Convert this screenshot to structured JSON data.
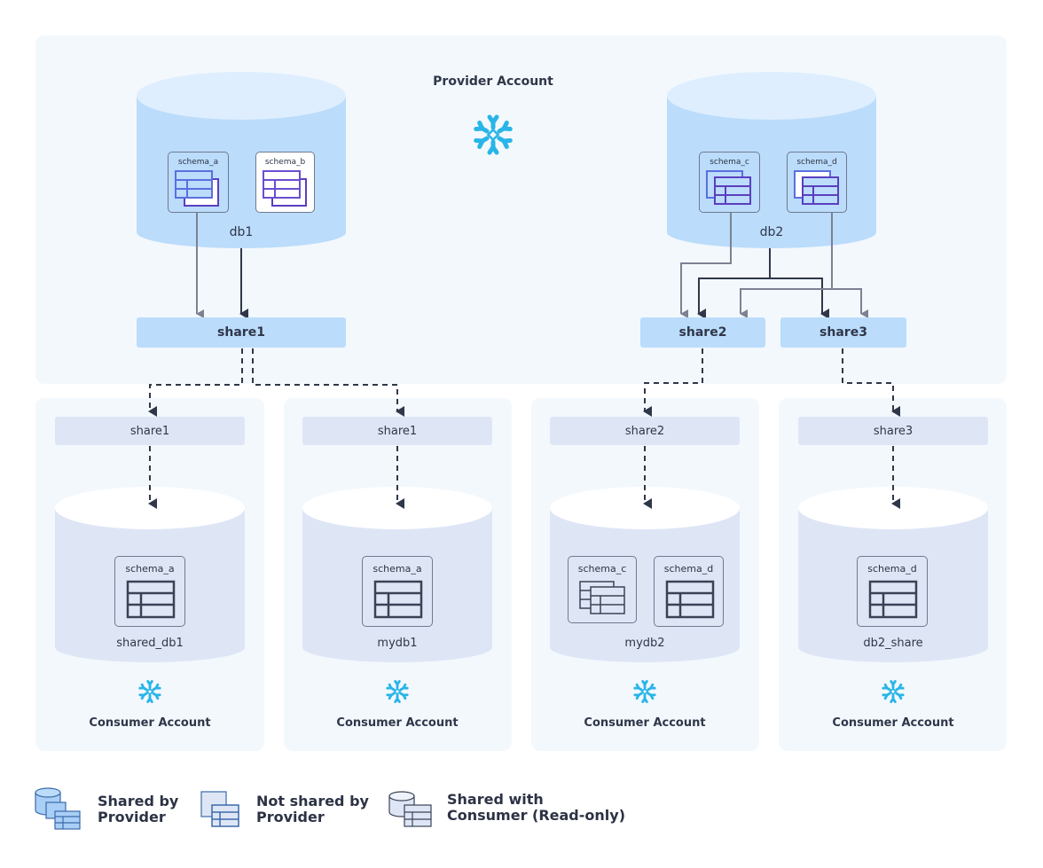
{
  "provider": {
    "title": "Provider Account",
    "databases": [
      {
        "name": "db1",
        "schemas": [
          {
            "name": "schema_a",
            "shared": true
          },
          {
            "name": "schema_b",
            "shared": false
          }
        ]
      },
      {
        "name": "db2",
        "schemas": [
          {
            "name": "schema_c",
            "shared": true
          },
          {
            "name": "schema_d",
            "shared": true
          }
        ]
      }
    ],
    "shares": [
      "share1",
      "share2",
      "share3"
    ]
  },
  "consumers": [
    {
      "title": "Consumer Account",
      "share": "share1",
      "db": "shared_db1",
      "schemas": [
        "schema_a"
      ]
    },
    {
      "title": "Consumer Account",
      "share": "share1",
      "db": "mydb1",
      "schemas": [
        "schema_a"
      ]
    },
    {
      "title": "Consumer Account",
      "share": "share2",
      "db": "mydb2",
      "schemas": [
        "schema_c",
        "schema_d"
      ]
    },
    {
      "title": "Consumer Account",
      "share": "share3",
      "db": "db2_share",
      "schemas": [
        "schema_d"
      ]
    }
  ],
  "legend": [
    {
      "icon": "shared-by-provider-icon",
      "label_line1": "Shared by",
      "label_line2": "Provider"
    },
    {
      "icon": "not-shared-icon",
      "label_line1": "Not shared by",
      "label_line2": "Provider"
    },
    {
      "icon": "shared-with-consumer-icon",
      "label_line1": "Shared with",
      "label_line2": "Consumer (Read-only)"
    }
  ],
  "colors": {
    "panel_bg": "#f3f8fd",
    "provider_db": "#bbdcfb",
    "provider_db_top": "#deeefe",
    "consumer_db": "#dee6f6",
    "snowflake": "#29b5e8",
    "arrow_light": "#7c8292",
    "arrow_dark": "#2f3749",
    "schema_stroke": "#5b3fbf"
  }
}
